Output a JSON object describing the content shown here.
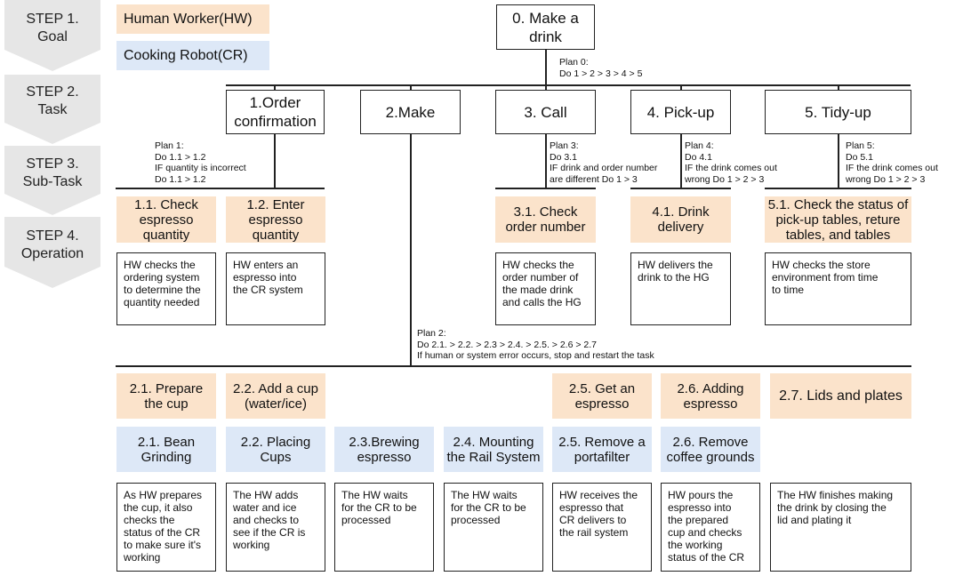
{
  "steps": [
    {
      "label": "STEP 1.\nGoal"
    },
    {
      "label": "STEP 2.\nTask"
    },
    {
      "label": "STEP 3.\nSub-Task"
    },
    {
      "label": "STEP 4.\nOperation"
    }
  ],
  "legend": {
    "human": "Human Worker(HW)",
    "robot": "Cooking Robot(CR)",
    "colors": {
      "human": "#fbe3cb",
      "robot": "#dde8f7"
    }
  },
  "goal": {
    "label": "0. Make a\ndrink",
    "plan": "Plan 0:\nDo 1 > 2 > 3 > 4 > 5"
  },
  "tasks": [
    {
      "label": "1.Order\nconfirmation",
      "plan": "Plan 1:\nDo 1.1 > 1.2\nIF quantity is incorrect\nDo 1.1 > 1.2"
    },
    {
      "label": "2.Make",
      "plan": "Plan 2:\nDo 2.1. > 2.2. > 2.3 > 2.4. > 2.5. > 2.6 > 2.7\nIf human or system error occurs, stop and restart the task"
    },
    {
      "label": "3. Call",
      "plan": "Plan 3:\nDo 3.1\nIF drink and order number\nare different Do 1 > 3"
    },
    {
      "label": "4. Pick-up",
      "plan": "Plan 4:\nDo 4.1\nIF the drink comes out\nwrong Do 1 > 2 > 3"
    },
    {
      "label": "5. Tidy-up",
      "plan": "Plan 5:\nDo 5.1\nIF the drink comes out\nwrong Do 1 > 2 > 3"
    }
  ],
  "upper_subtasks": [
    {
      "hw": "1.1. Check\nespresso\nquantity",
      "desc": "HW checks the\nordering system\nto determine the\nquantity needed"
    },
    {
      "hw": "1.2. Enter\nespresso\nquantity",
      "desc": "HW enters an\nespresso into\nthe CR system"
    },
    {
      "hw": "3.1. Check\norder number",
      "desc": "HW checks the\norder number of\nthe made drink\nand calls the HG"
    },
    {
      "hw": "4.1. Drink\ndelivery",
      "desc": "HW delivers the\ndrink to the HG"
    },
    {
      "hw": "5.1. Check the status of\npick-up tables, reture\ntables, and tables",
      "desc": "HW checks the store\nenvironment from time\nto time"
    }
  ],
  "make_subtasks": [
    {
      "hw": "2.1. Prepare\nthe cup",
      "cr": "2.1. Bean\nGrinding",
      "desc": "As HW prepares\nthe cup, it also\nchecks the\nstatus of the CR\nto make sure it's\nworking"
    },
    {
      "hw": "2.2. Add a cup\n(water/ice)",
      "cr": "2.2. Placing\nCups",
      "desc": "The HW adds\nwater and ice\nand checks to\nsee if the CR is\nworking"
    },
    {
      "hw": "",
      "cr": "2.3.Brewing\nespresso",
      "desc": "The HW waits\nfor the CR to be\nprocessed"
    },
    {
      "hw": "",
      "cr": "2.4. Mounting\nthe Rail System",
      "desc": "The HW waits\nfor the CR to be\nprocessed"
    },
    {
      "hw": "2.5. Get an\nespresso",
      "cr": "2.5. Remove a\nportafilter",
      "desc": "HW receives the\nespresso that\nCR delivers to\nthe rail system"
    },
    {
      "hw": "2.6. Adding\nespresso",
      "cr": "2.6. Remove\ncoffee grounds",
      "desc": "HW pours the\nespresso into\nthe prepared\ncup and checks\nthe working\nstatus of the CR"
    },
    {
      "hw": "2.7. Lids and plates",
      "cr": "",
      "desc": "The HW finishes making\nthe drink by closing the\nlid and plating it"
    }
  ]
}
